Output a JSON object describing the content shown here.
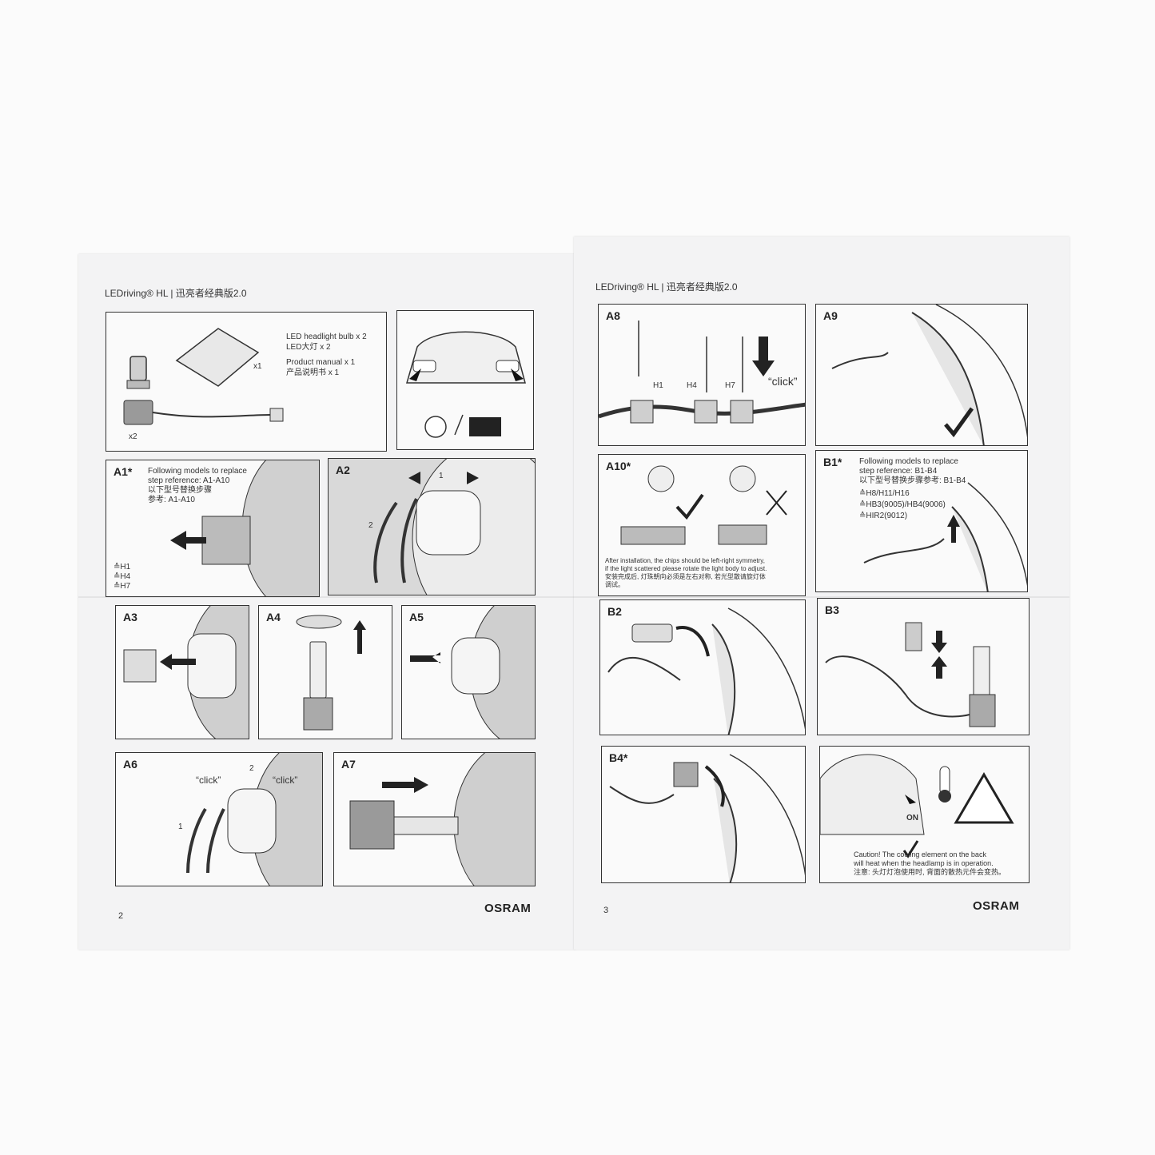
{
  "left_page": {
    "header": "LEDriving® HL | 迅亮者经典版2.0",
    "page_number": "2",
    "brand": "OSRAM",
    "kit": {
      "qty_bulb": "x2",
      "qty_manual": "x1",
      "lines": [
        "LED headlight bulb x 2",
        "LED大灯 x 2",
        "Product manual x 1",
        "产品说明书 x 1"
      ]
    },
    "panels": {
      "a1": {
        "label": "A1*",
        "text": [
          "Following models to replace",
          "step reference: A1-A10",
          "以下型号替换步骤",
          "参考: A1-A10"
        ],
        "models": [
          "≙H1",
          "≙H4",
          "≙H7"
        ]
      },
      "a2": {
        "label": "A2",
        "step1": "1",
        "step2": "2"
      },
      "a3": {
        "label": "A3"
      },
      "a4": {
        "label": "A4"
      },
      "a5": {
        "label": "A5"
      },
      "a6": {
        "label": "A6",
        "click_left": "“click”",
        "click_right": "“click”",
        "step1": "1",
        "step2": "2"
      },
      "a7": {
        "label": "A7"
      }
    }
  },
  "right_page": {
    "header": "LEDriving® HL | 迅亮者经典版2.0",
    "page_number": "3",
    "brand": "OSRAM",
    "panels": {
      "a8": {
        "label": "A8",
        "h1": "H1",
        "h4": "H4",
        "h7": "H7",
        "click": "“click”"
      },
      "a9": {
        "label": "A9"
      },
      "a10": {
        "label": "A10*",
        "text": [
          "After installation, the chips should be left-right symmetry,",
          "if the light scattered please rotate the light body to adjust.",
          "安装完成后, 灯珠朝向必须是左右对称, 若光型散请旋灯体",
          "调试。"
        ]
      },
      "b1": {
        "label": "B1*",
        "text": [
          "Following models to replace",
          "step reference: B1-B4",
          "以下型号替换步骤参考: B1-B4",
          "≙H8/H11/H16",
          "≙HB3(9005)/HB4(9006)",
          "≙HIR2(9012)"
        ]
      },
      "b2": {
        "label": "B2"
      },
      "b3": {
        "label": "B3"
      },
      "b4": {
        "label": "B4*"
      },
      "caution": {
        "on": "ON",
        "text": [
          "Caution! The cooling element on the back",
          "will heat when the headlamp is in operation.",
          "注意: 头灯灯泡使用时, 背面的散热元件会变热。"
        ]
      }
    }
  }
}
